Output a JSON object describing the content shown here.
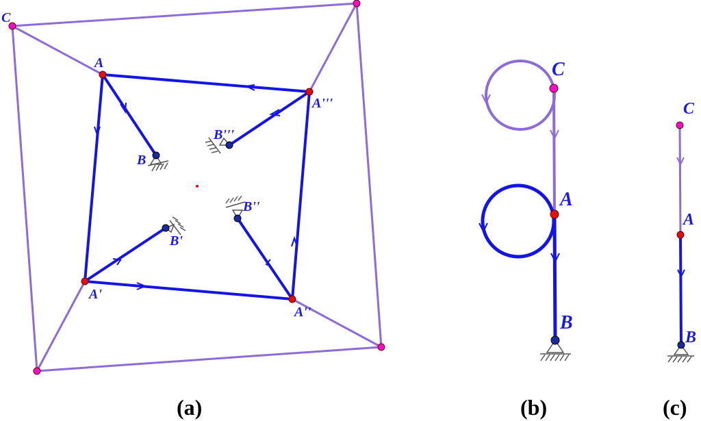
{
  "colors": {
    "blue_link": "#1414e6",
    "purple_link": "#8c6cd8",
    "joint_red": "#e01010",
    "joint_magenta": "#f010c8",
    "joint_navy": "#1a2aa0",
    "ground": "#555555"
  },
  "panel_a": {
    "labels": {
      "C": "C",
      "A": "A",
      "A1": "A'",
      "A2": "A''",
      "A3": "A'''",
      "B": "B",
      "B1": "B'",
      "B2": "B''",
      "B3": "B'''"
    }
  },
  "panel_b": {
    "labels": {
      "C": "C",
      "A": "A",
      "B": "B"
    }
  },
  "panel_c": {
    "labels": {
      "C": "C",
      "A": "A",
      "B": "B"
    }
  },
  "captions": {
    "a": {
      "open": "(",
      "letter": "a",
      "close": ")"
    },
    "b": {
      "open": "(",
      "letter": "b",
      "close": ")"
    },
    "c": {
      "open": "(",
      "letter": "c",
      "close": ")"
    }
  }
}
